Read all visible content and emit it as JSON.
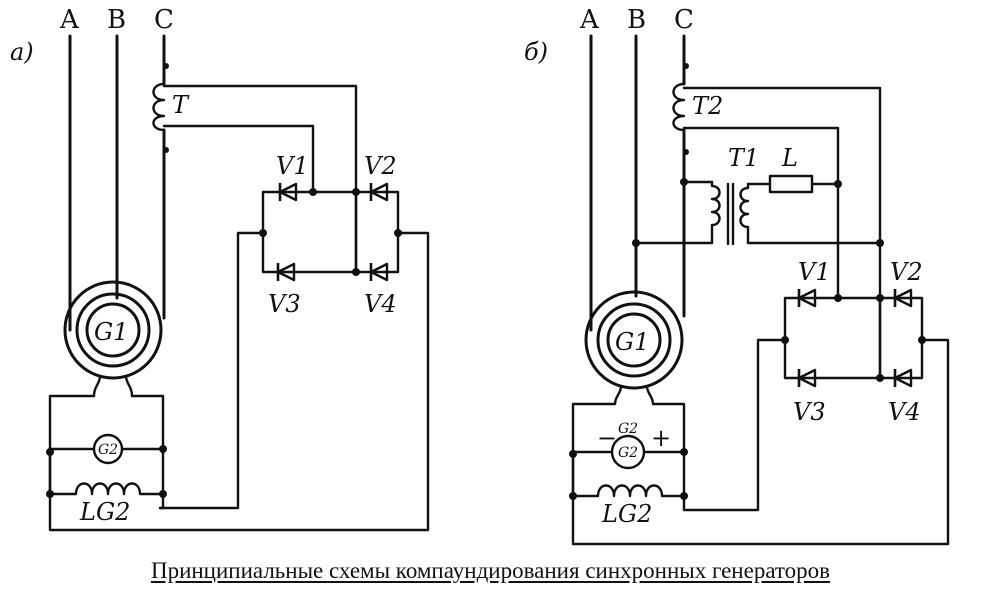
{
  "diagram": {
    "left": {
      "panel_label": "а)",
      "buses": [
        "A",
        "B",
        "C"
      ],
      "transformer_label": "T",
      "diodes": [
        "V1",
        "V2",
        "V3",
        "V4"
      ],
      "generator_label": "G1",
      "exciter_label": "G2",
      "winding_label": "LG2"
    },
    "right": {
      "panel_label": "б)",
      "buses": [
        "A",
        "B",
        "C"
      ],
      "transformer_label": "T2",
      "transformer1_label": "T1",
      "reactor_label": "L",
      "diodes": [
        "V1",
        "V2",
        "V3",
        "V4"
      ],
      "generator_label": "G1",
      "exciter_label_top": "G2",
      "exciter_label_bottom": "G2",
      "exciter_minus": "−",
      "exciter_plus": "+",
      "winding_label": "LG2"
    }
  },
  "caption": "Принципиальные схемы компаундирования синхронных генераторов",
  "colors": {
    "ink": "#111111",
    "paper": "#ffffff"
  }
}
